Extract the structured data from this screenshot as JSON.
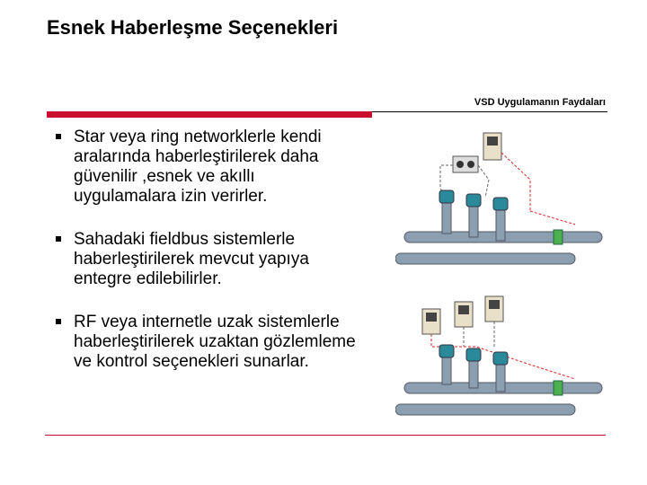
{
  "slide": {
    "title": "Esnek Haberleşme Seçenekleri",
    "subtitle": "VSD Uygulamanın Faydaları",
    "bullets": [
      "Star veya ring networklerle kendi aralarında haberleştirilerek daha güvenilir ,esnek ve akıllı uygulamalara izin verirler.",
      "Sahadaki fieldbus sistemlerle haberleştirilerek mevcut yapıya entegre edilebilirler.",
      "RF veya internetle uzak sistemlerle haberleştirilerek uzaktan gözlemleme ve kontrol seçenekleri sunarlar."
    ]
  },
  "colors": {
    "accent": "#c8102e",
    "pipe": "#8aa0b0",
    "motor": "#2a8a9a",
    "valve": "#4caf50",
    "cable": "#d22"
  },
  "icons": [
    "pump-system-illustration-star",
    "pump-system-illustration-fieldbus"
  ]
}
